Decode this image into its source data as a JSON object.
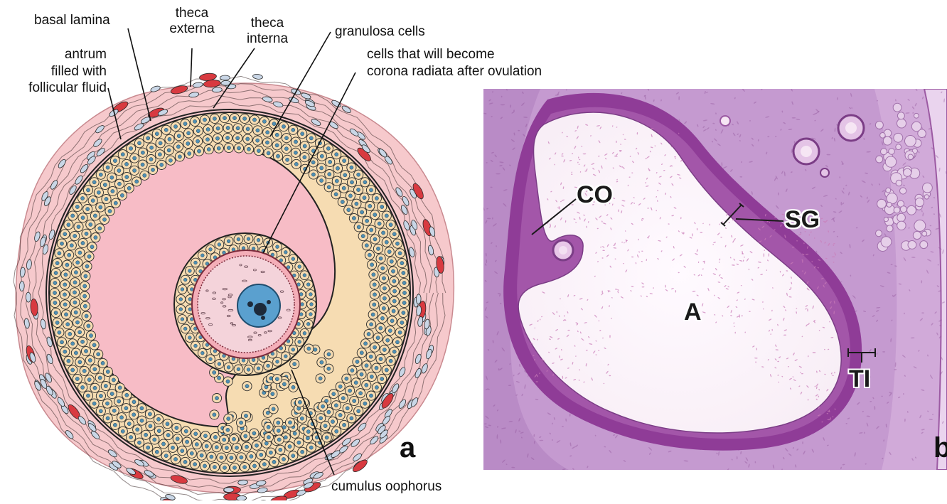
{
  "panel_a": {
    "letter": "a",
    "labels": {
      "basal_lamina": "basal lamina",
      "theca_externa_1": "theca",
      "theca_externa_2": "externa",
      "theca_interna_1": "theca",
      "theca_interna_2": "interna",
      "antrum_1": "antrum",
      "antrum_2": "filled with",
      "antrum_3": "follicular fluid",
      "granulosa": "granulosa cells",
      "corona_1": "cells that will become",
      "corona_2": "corona radiata after ovulation",
      "cumulus": "cumulus oophorus"
    },
    "colors": {
      "halo": "#f6c9cc",
      "antrum": "#f7bcc6",
      "granulosa_cell": "#f6dcb2",
      "nucleus": "#4f8fb3",
      "vessel": "#d83a40",
      "oocyte": "#f4d3da",
      "oocyte_nucleus": "#5aa0cf"
    }
  },
  "panel_b": {
    "letter": "b",
    "labels": {
      "co": "CO",
      "sg": "SG",
      "a": "A",
      "ti": "TI"
    },
    "colors": {
      "stroma": "#c59ad0",
      "dark_ring": "#8f3c97",
      "antrum": "#fbf3f8",
      "fleck": "#c97cb8"
    }
  }
}
